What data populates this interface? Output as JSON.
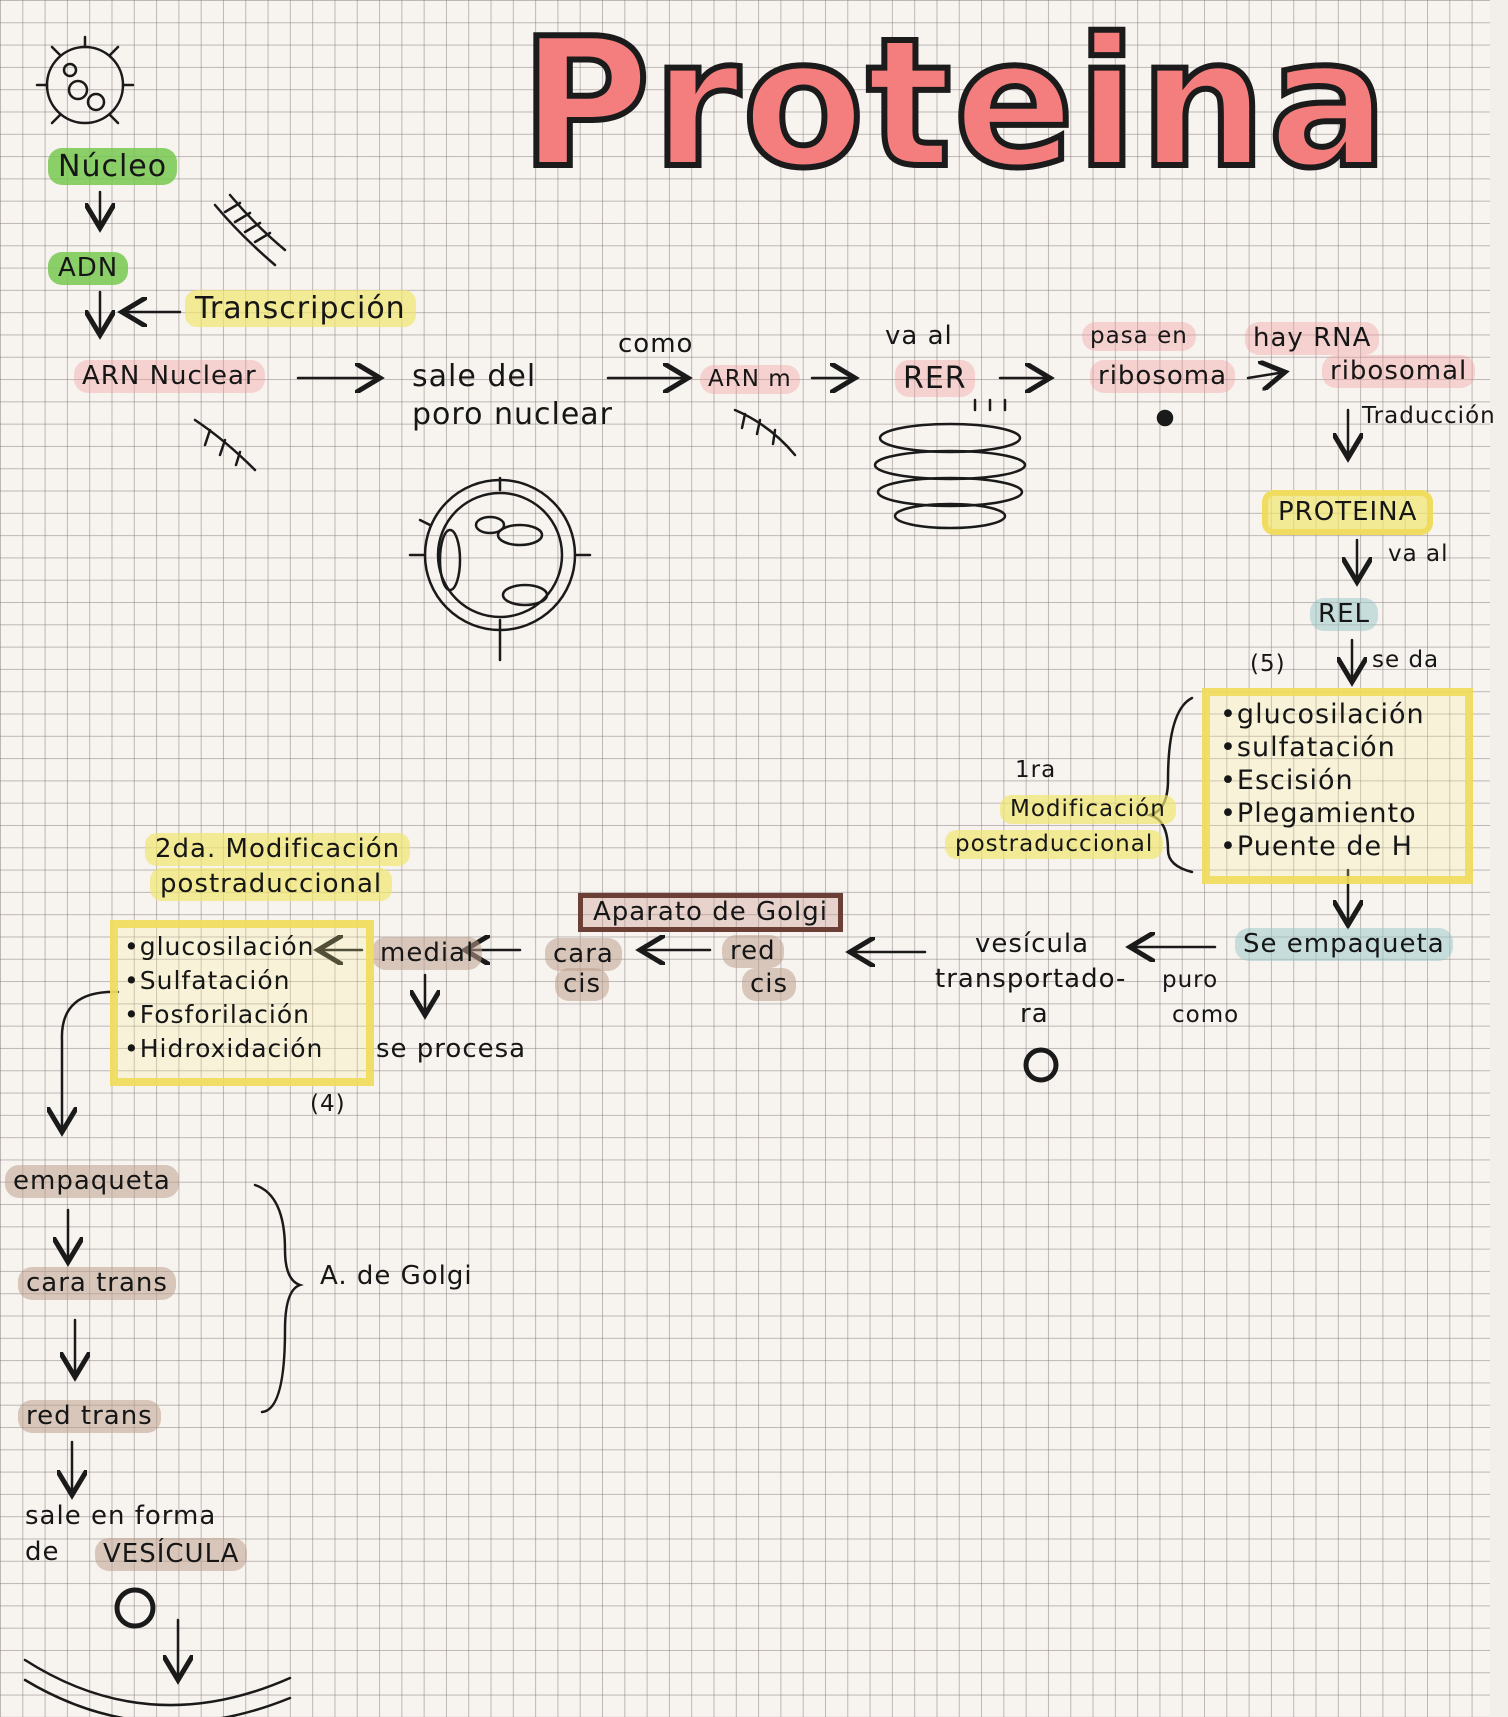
{
  "title": "Proteina",
  "flow": {
    "nucleo": "Núcleo",
    "adn": "ADN",
    "transcripcion": "Transcripción",
    "arn_nuclear": "ARN Nuclear",
    "sale_del": "sale del",
    "poro_nuclear": "poro nuclear",
    "como": "como",
    "arn_m": "ARN m",
    "va_al": "va al",
    "rer": "RER",
    "pasa_en": "pasa en",
    "ribosoma": "ribosoma",
    "hay_rna": "hay RNA",
    "ribosomal": "ribosomal",
    "traduccion": "Traducción",
    "proteina": "PROTEINA",
    "va_al_2": "va al",
    "rel": "REL",
    "count_5": "(5)",
    "se_da": "se da"
  },
  "modificacion_1": {
    "label_1": "1ra",
    "label_2": "Modificación",
    "label_3": "postraduccional",
    "items": [
      "•glucosilación",
      "•sulfatación",
      "•Escisión",
      "•Plegamiento",
      "•Puente de H"
    ]
  },
  "golgi_flow": {
    "se_empaqueta": "Se empaqueta",
    "puro": "puro",
    "como": "como",
    "vesicula_1": "vesícula",
    "vesicula_2": "transportado-",
    "vesicula_3": "ra",
    "aparato": "Aparato de Golgi",
    "red": "red",
    "cis_1": "cis",
    "cara": "cara",
    "cis_2": "cis",
    "medial": "medial",
    "se_procesa": "se procesa",
    "count_4": "(4)"
  },
  "modificacion_2": {
    "label_1": "2da. Modificación",
    "label_2": "postraduccional",
    "items": [
      "•glucosilación",
      "•Sulfatación",
      "•Fosforilación",
      "•Hidroxidación"
    ]
  },
  "final_flow": {
    "empaqueta": "empaqueta",
    "cara_trans": "cara trans",
    "red_trans": "red trans",
    "a_de_golgi": "A. de Golgi",
    "sale_en_forma": "sale en forma",
    "de": "de",
    "vesicula": "VESÍCULA"
  }
}
